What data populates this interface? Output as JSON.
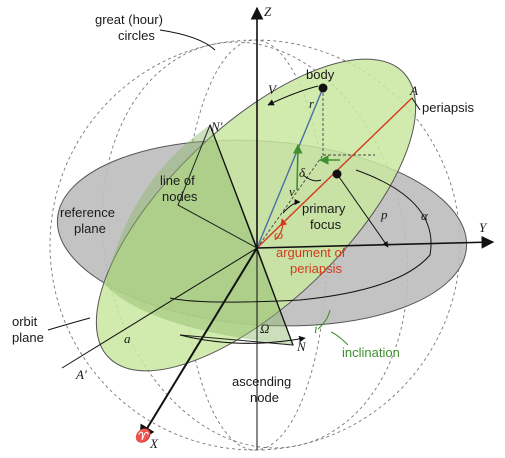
{
  "labels": {
    "great_circles_line1": "great (hour)",
    "great_circles_line2": "circles",
    "body": "body",
    "periapsis": "periapsis",
    "line_of_nodes_1": "line of",
    "line_of_nodes_2": "nodes",
    "primary_focus_1": "primary",
    "primary_focus_2": "focus",
    "reference_plane_1": "reference",
    "reference_plane_2": "plane",
    "argument_1": "argument of",
    "argument_2": "periapsis",
    "orbit_plane_1": "orbit",
    "orbit_plane_2": "plane",
    "inclination": "inclination",
    "ascending_node_1": "ascending",
    "ascending_node_2": "node"
  },
  "symbols": {
    "Z": "Z",
    "Y": "Y",
    "X": "X",
    "A": "A",
    "A_prime": "A′",
    "N": "N",
    "N_prime": "N′",
    "V": "V",
    "r": "r",
    "delta": "δ",
    "nu": "ν",
    "omega": "ω",
    "p": "p",
    "alpha": "α",
    "a": "a",
    "Omega": "Ω",
    "i": "i",
    "aries": "♈"
  },
  "colors": {
    "orbit_plane_fill": "#c9e8a0",
    "reference_plane_fill": "#bdbdbd",
    "argument_red": "#d23a1e",
    "inclination_green": "#3f8f2e",
    "axes": "#111111"
  }
}
